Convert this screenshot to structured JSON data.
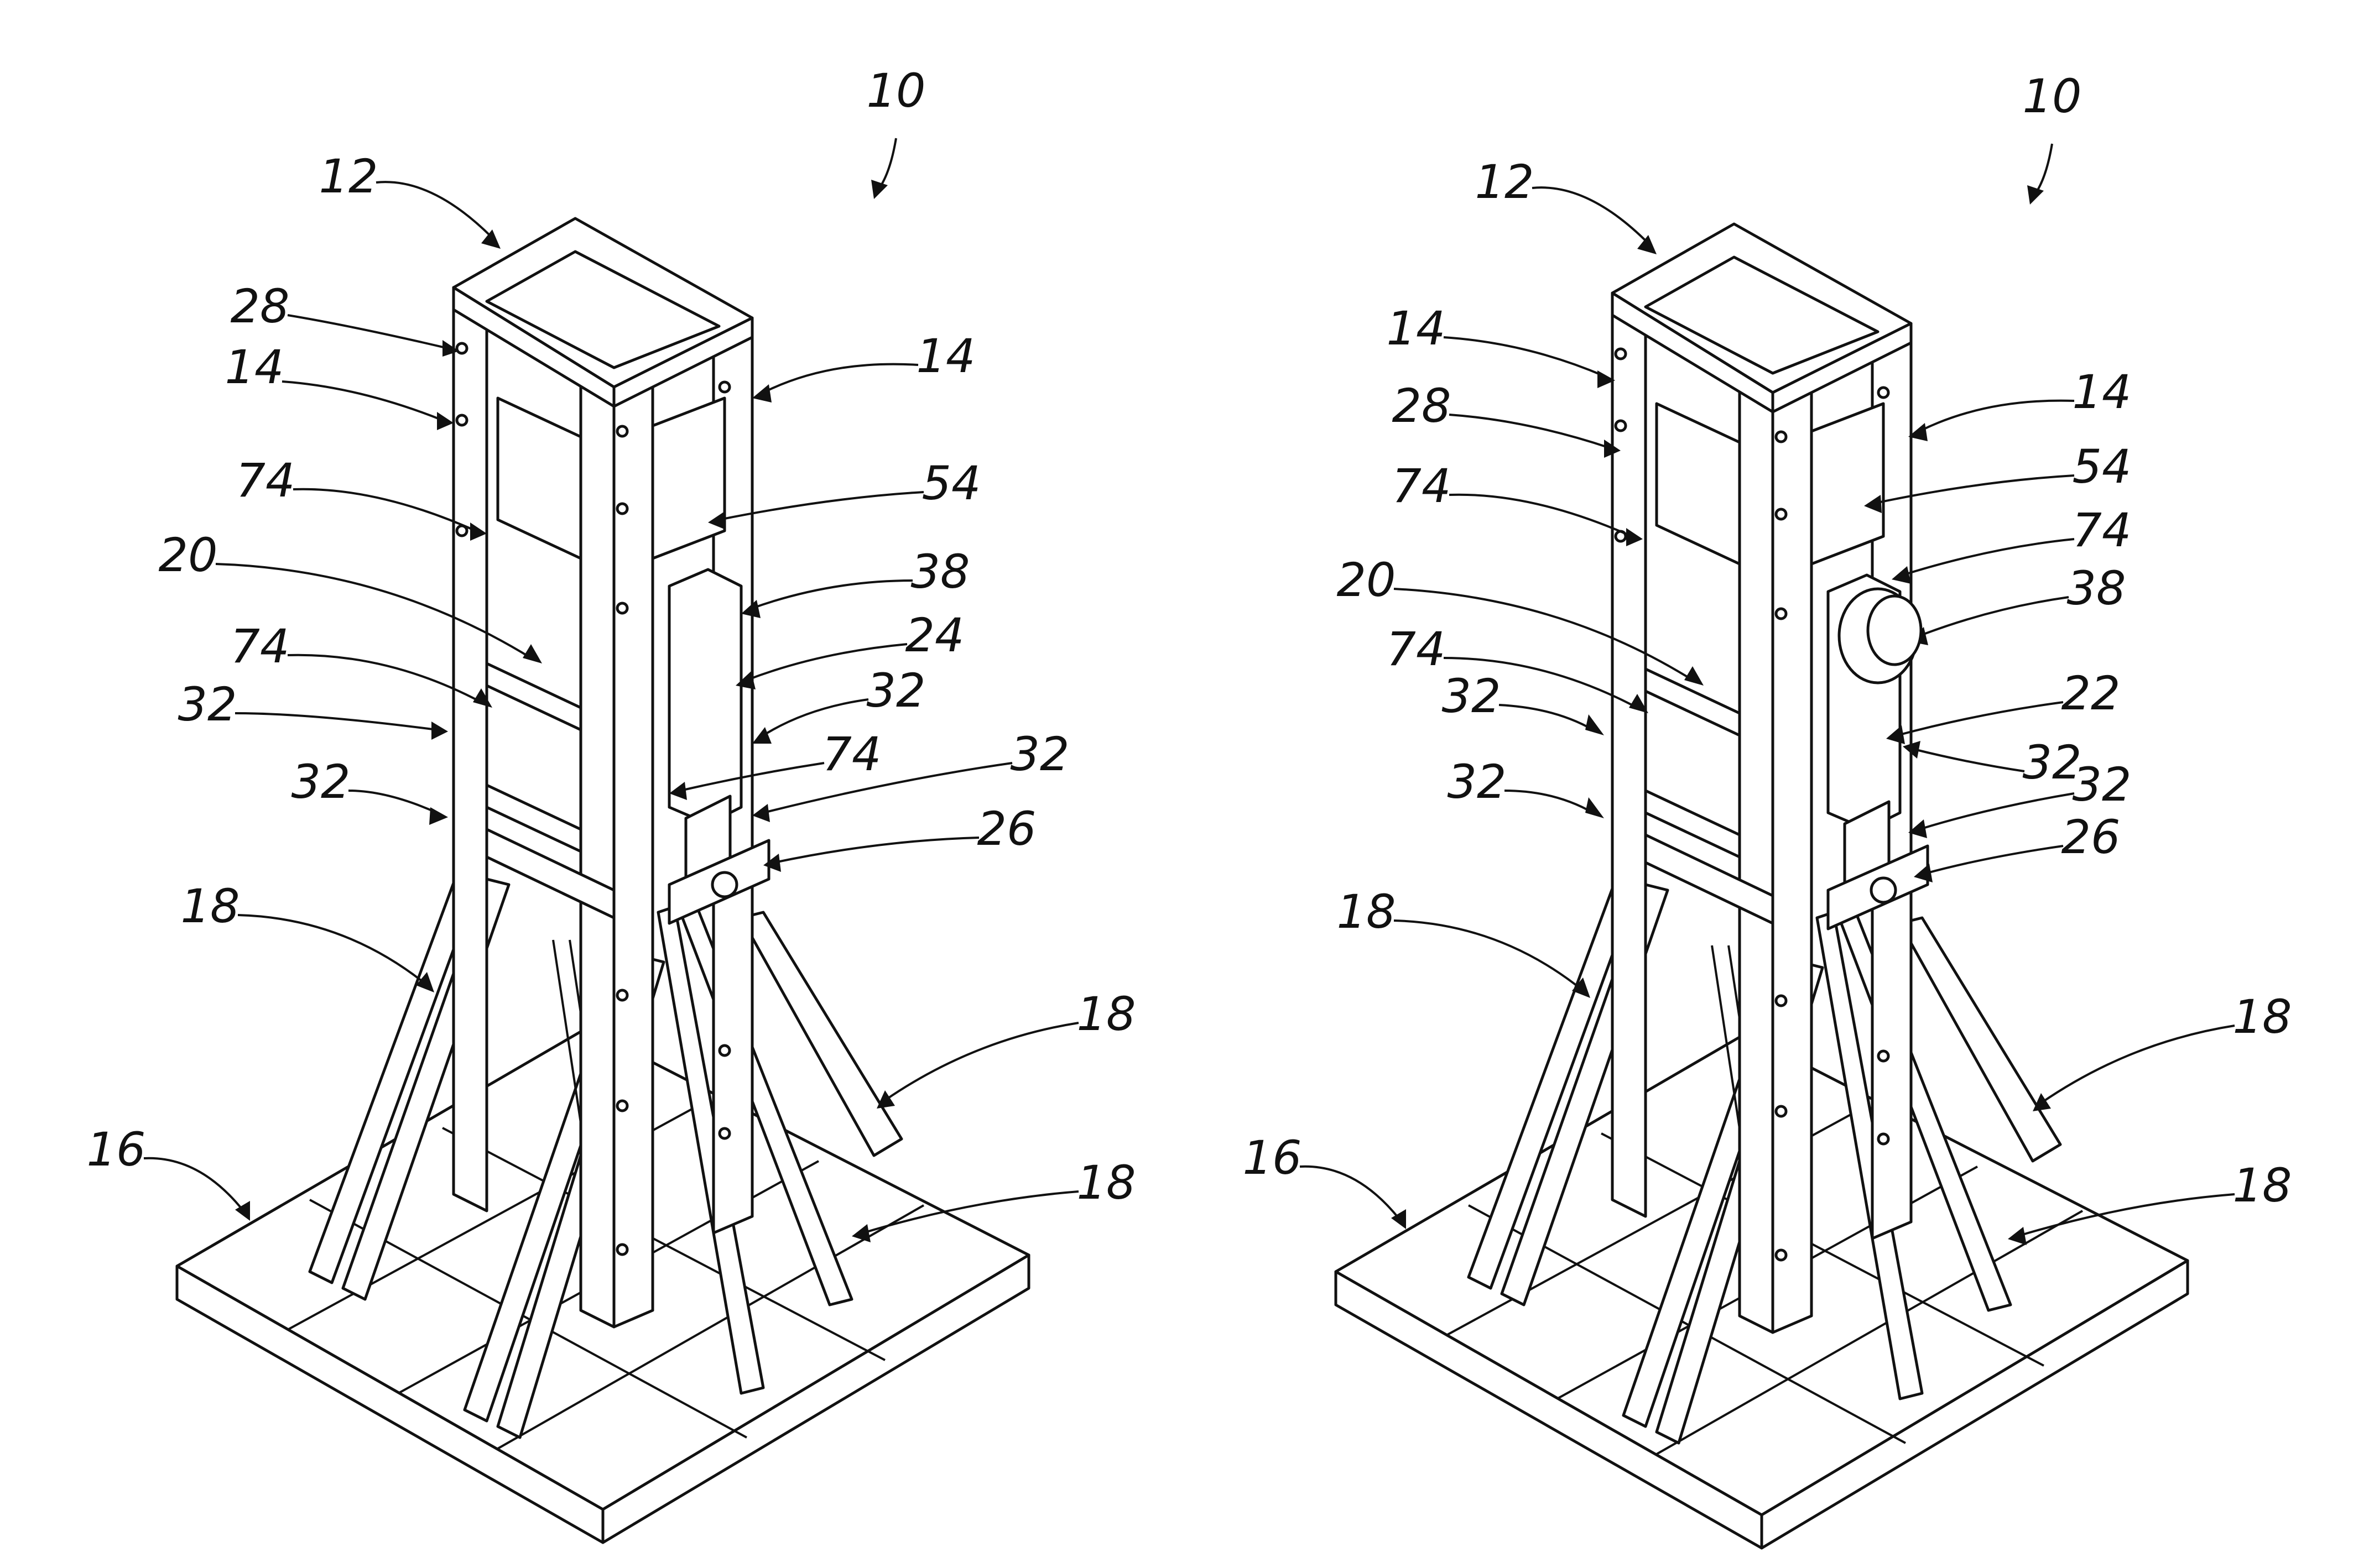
{
  "figures": [
    {
      "id": "left",
      "labels": [
        "10",
        "12",
        "28",
        "14",
        "14",
        "74",
        "54",
        "20",
        "38",
        "74",
        "24",
        "32",
        "32",
        "74",
        "32",
        "32",
        "26",
        "18",
        "18",
        "16",
        "18"
      ]
    },
    {
      "id": "right",
      "labels": [
        "10",
        "12",
        "14",
        "14",
        "28",
        "74",
        "54",
        "74",
        "20",
        "38",
        "74",
        "22",
        "32",
        "32",
        "32",
        "32",
        "26",
        "18",
        "18",
        "16",
        "18"
      ]
    }
  ]
}
